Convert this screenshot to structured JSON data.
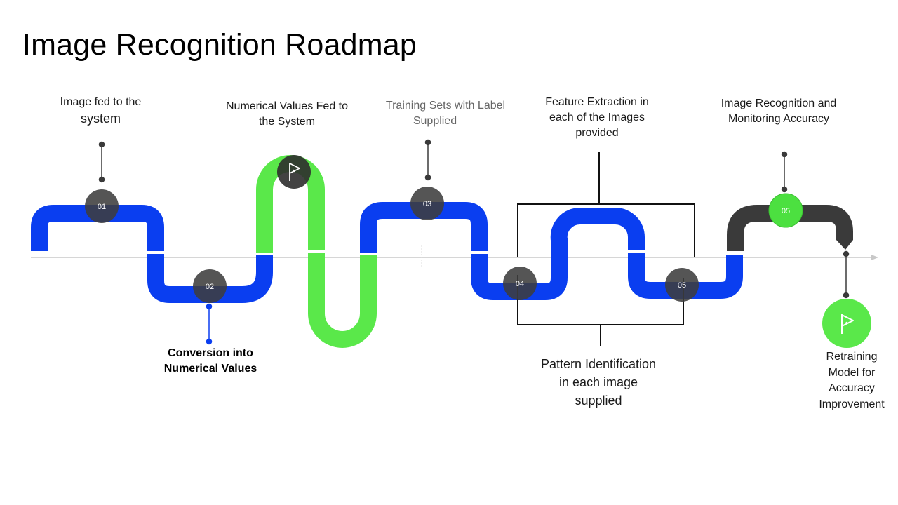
{
  "title": "Image Recognition Roadmap",
  "colors": {
    "track_blue": "#0a3ef0",
    "track_green": "#5ae84a",
    "track_dark": "#3a3a3a",
    "node_dark": "#3d3d3d",
    "node_green": "#4ce040"
  },
  "milestones": [
    {
      "number": "01",
      "label_line1": "Image fed to the",
      "label_line2": "system"
    },
    {
      "number": "02",
      "label_line1": "Conversion into",
      "label_line2": "Numerical Values"
    },
    {
      "number": "",
      "icon": "flag-icon",
      "label_line1": "Numerical Values Fed to",
      "label_line2": "the System"
    },
    {
      "number": "03",
      "label_line1": "Training Sets with Label",
      "label_line2": "Supplied"
    },
    {
      "number": "04",
      "label_line1": "",
      "label_line2": ""
    },
    {
      "number": "05",
      "label_line1": "",
      "label_line2": ""
    },
    {
      "number": "05",
      "label_line1": "Image Recognition and",
      "label_line2": "Monitoring Accuracy"
    },
    {
      "number": "",
      "icon": "flag-icon",
      "label_line1": "Retraining",
      "label_line2": "Model for",
      "label_line3": "Accuracy",
      "label_line4": "Improvement"
    }
  ],
  "brackets": {
    "top": {
      "line1": "Feature Extraction in",
      "line2": "each of the Images",
      "line3": "provided"
    },
    "bottom": {
      "line1": "Pattern Identification",
      "line2": "in each image",
      "line3": "supplied"
    }
  }
}
